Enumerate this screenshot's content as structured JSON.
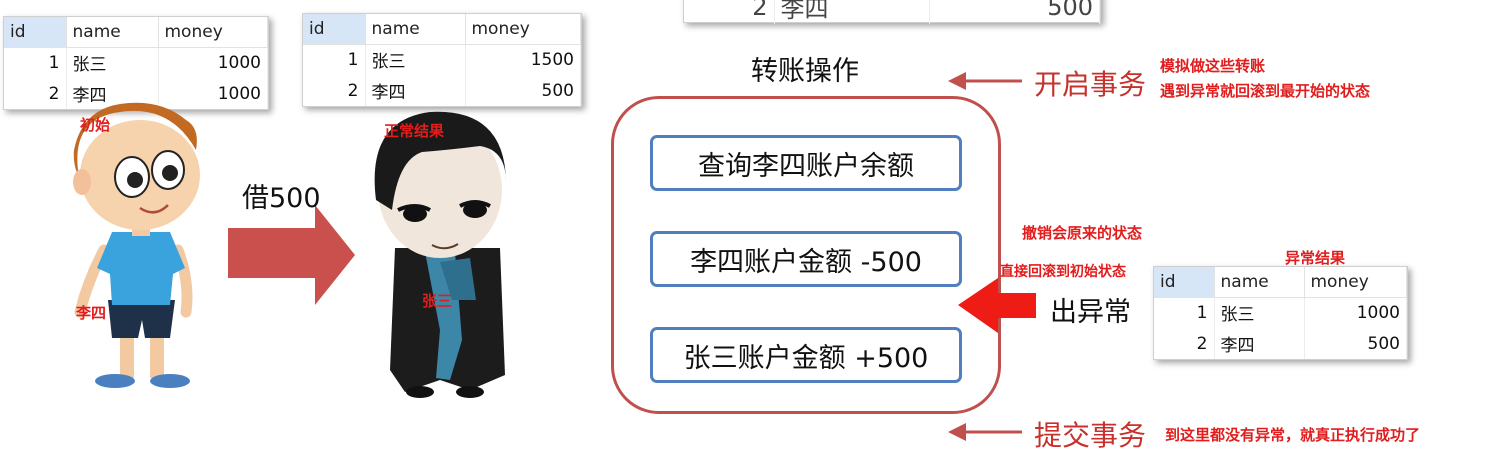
{
  "table_top_partial": {
    "row": {
      "id": "2",
      "name": "李四",
      "money": "500"
    }
  },
  "table_initial": {
    "headers": [
      "id",
      "name",
      "money"
    ],
    "rows": [
      {
        "id": "1",
        "name": "张三",
        "money": "1000"
      },
      {
        "id": "2",
        "name": "李四",
        "money": "1000"
      }
    ],
    "caption": "初始"
  },
  "table_normal": {
    "headers": [
      "id",
      "name",
      "money"
    ],
    "rows": [
      {
        "id": "1",
        "name": "张三",
        "money": "1500"
      },
      {
        "id": "2",
        "name": "李四",
        "money": "500"
      }
    ],
    "caption": "正常结果"
  },
  "table_exception": {
    "headers": [
      "id",
      "name",
      "money"
    ],
    "rows": [
      {
        "id": "1",
        "name": "张三",
        "money": "1000"
      },
      {
        "id": "2",
        "name": "李四",
        "money": "500"
      }
    ],
    "caption": "异常结果"
  },
  "characters": {
    "left": "李四",
    "right": "张三"
  },
  "borrow_label": "借500",
  "transfer_title": "转账操作",
  "steps": [
    "查询李四账户余额",
    "李四账户金额 -500",
    "张三账户金额 +500"
  ],
  "begin_tx": {
    "label": "开启事务",
    "note_line1": "模拟做这些转账",
    "note_line2": "遇到异常就回滚到最开始的状态"
  },
  "exception": {
    "label": "出异常",
    "note_undo": "撤销会原来的状态",
    "note_rollback": "直接回滚到初始状态"
  },
  "commit_tx": {
    "label": "提交事务",
    "note": "到这里都没有异常，就真正执行成功了"
  },
  "colors": {
    "accent_red": "#c0504d",
    "annotation_red": "#e21d1d",
    "step_border": "#4f7fbf",
    "arrow_fill": "#c9504d",
    "exception_arrow": "#ee1c14"
  }
}
